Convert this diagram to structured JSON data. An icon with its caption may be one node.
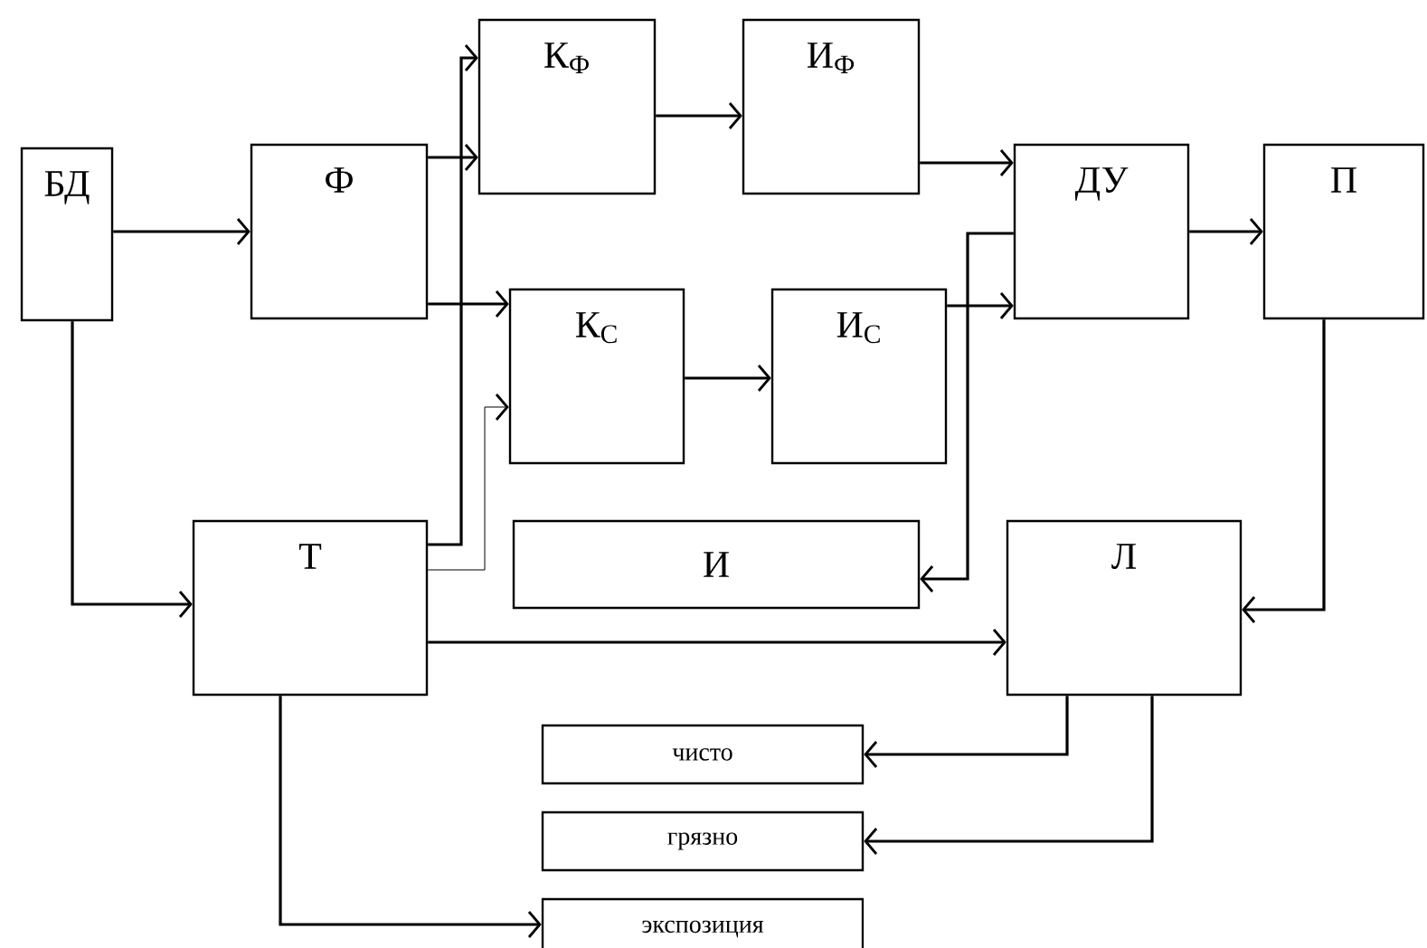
{
  "diagram": {
    "nodes": [
      {
        "text": [
          "БД"
        ]
      },
      {
        "text": [
          "Ф"
        ]
      },
      {
        "text": [
          "К$_{Ф}$"
        ]
      },
      {
        "text": [
          "И$_{Ф}$"
        ]
      },
      {
        "text": [
          "ДУ"
        ]
      },
      {
        "text": [
          "П"
        ]
      },
      {
        "text": [
          "К$_{С}$"
        ]
      },
      {
        "text": [
          "И$_{С}$"
        ]
      },
      {
        "text": [
          "Т"
        ]
      },
      {
        "text": [
          "И"
        ]
      },
      {
        "text": [
          "Л"
        ]
      },
      {
        "text": [
          "чисто"
        ]
      },
      {
        "text": [
          "грязно"
        ]
      },
      {
        "text": [
          "экспозиция"
        ]
      }
    ],
    "edges": [
      {
        "from": 0,
        "to": 1,
        "arrow": "to"
      },
      {
        "from": 0,
        "to": 8,
        "arrow": "to"
      },
      {
        "from": 1,
        "to": 2,
        "arrow": "to"
      },
      {
        "from": 1,
        "to": 6,
        "arrow": "to"
      },
      {
        "from": 2,
        "to": 3,
        "arrow": "to"
      },
      {
        "from": 3,
        "to": 4,
        "arrow": "to"
      },
      {
        "from": 6,
        "to": 7,
        "arrow": "to"
      },
      {
        "from": 7,
        "to": 4,
        "arrow": "to"
      },
      {
        "from": 4,
        "to": 5,
        "arrow": "to"
      },
      {
        "from": 8,
        "to": 2,
        "arrow": "to"
      },
      {
        "from": 8,
        "to": 6,
        "arrow": "to"
      },
      {
        "from": 4,
        "to": 9,
        "arrow": "to"
      },
      {
        "from": 5,
        "to": 10,
        "arrow": "to"
      },
      {
        "from": 8,
        "to": 10,
        "arrow": "to"
      },
      {
        "from": 10,
        "to": 11,
        "arrow": "to"
      },
      {
        "from": 10,
        "to": 12,
        "arrow": "to"
      },
      {
        "from": 8,
        "to": 13,
        "arrow": "to"
      }
    ]
  }
}
